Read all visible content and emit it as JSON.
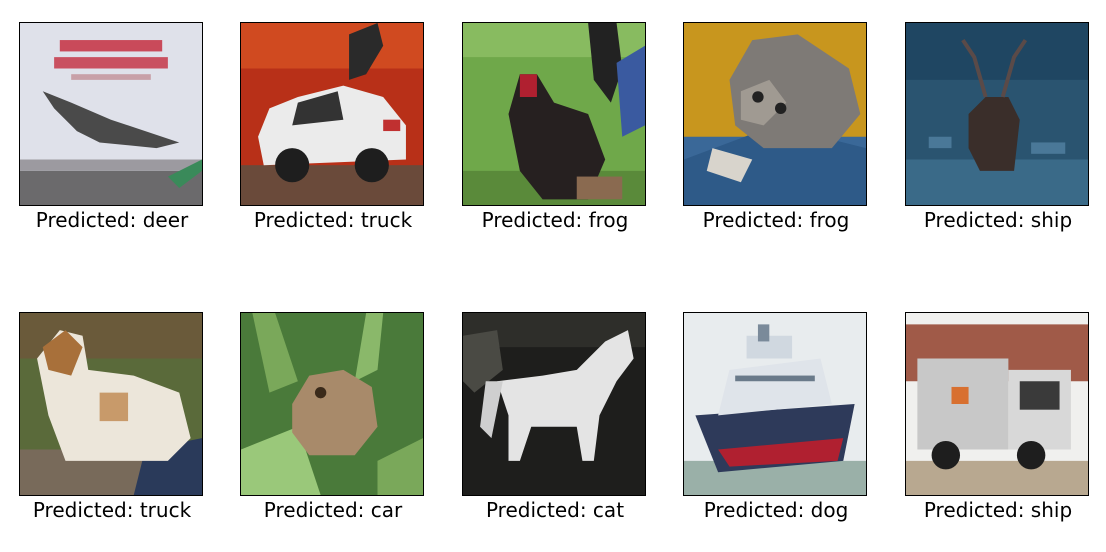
{
  "predictions": [
    {
      "label": "Predicted: deer",
      "subject": "airplane"
    },
    {
      "label": "Predicted: truck",
      "subject": "car"
    },
    {
      "label": "Predicted: frog",
      "subject": "bird"
    },
    {
      "label": "Predicted: frog",
      "subject": "cat"
    },
    {
      "label": "Predicted: ship",
      "subject": "deer"
    },
    {
      "label": "Predicted: truck",
      "subject": "dog"
    },
    {
      "label": "Predicted: car",
      "subject": "frog"
    },
    {
      "label": "Predicted: cat",
      "subject": "horse"
    },
    {
      "label": "Predicted: dog",
      "subject": "ship"
    },
    {
      "label": "Predicted: ship",
      "subject": "truck"
    }
  ]
}
